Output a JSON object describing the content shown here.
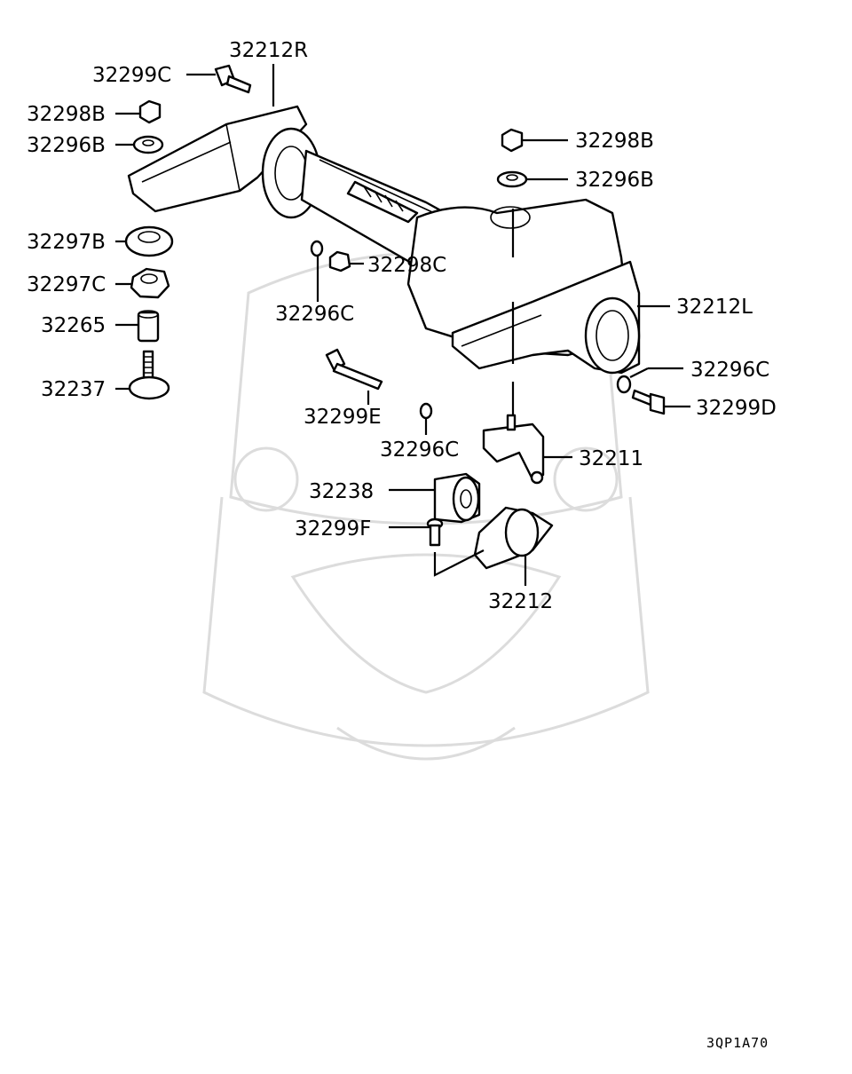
{
  "diagram_code": "3QP1A70",
  "parts": {
    "p32212R": "32212R",
    "p32299C": "32299C",
    "p32298B_left": "32298B",
    "p32296B_left": "32296B",
    "p32297B": "32297B",
    "p32297C": "32297C",
    "p32265": "32265",
    "p32237": "32237",
    "p32298B_right": "32298B",
    "p32296B_right": "32296B",
    "p32298C": "32298C",
    "p32296C_mid": "32296C",
    "p32212L": "32212L",
    "p32296C_right": "32296C",
    "p32299D": "32299D",
    "p32299E": "32299E",
    "p32296C_low": "32296C",
    "p32211": "32211",
    "p32238": "32238",
    "p32299F": "32299F",
    "p32212": "32212"
  }
}
